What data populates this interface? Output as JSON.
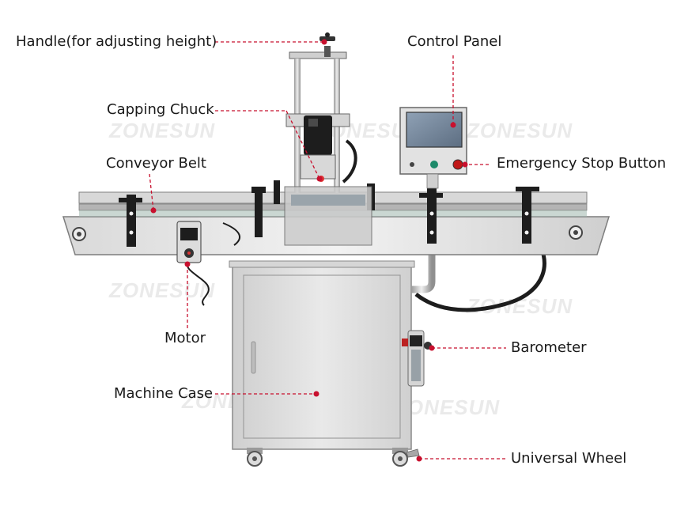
{
  "colors": {
    "callout_red": "#c8102e",
    "steel_light": "#e6e6e6",
    "steel_mid": "#c4c4c4",
    "steel_dark": "#8a8a8a",
    "black_part": "#1c1c1c"
  },
  "labels": {
    "handle": "Handle(for adjusting height)",
    "control_panel": "Control Panel",
    "capping_chuck": "Capping Chuck",
    "conveyor_belt": "Conveyor Belt",
    "emergency_stop": "Emergency Stop Button",
    "motor": "Motor",
    "barometer": "Barometer",
    "machine_case": "Machine Case",
    "universal_wheel": "Universal Wheel"
  },
  "watermark": "ZONESUN"
}
